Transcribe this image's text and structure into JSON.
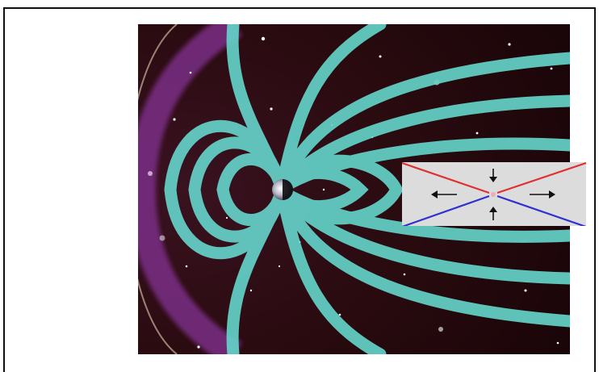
{
  "figure": {
    "subject": "magnetosphere",
    "colors": {
      "field_lines": "#64d2c8",
      "space_background": "#280a0a",
      "bow_shock": "#7a2f86",
      "inset_background": "#dcdcdc",
      "upper_field": "#e03030",
      "lower_field": "#3030d0",
      "arrows": "#111111"
    },
    "inset": {
      "type": "magnetic-reconnection",
      "arrows": [
        "up",
        "down",
        "left",
        "right"
      ]
    }
  }
}
